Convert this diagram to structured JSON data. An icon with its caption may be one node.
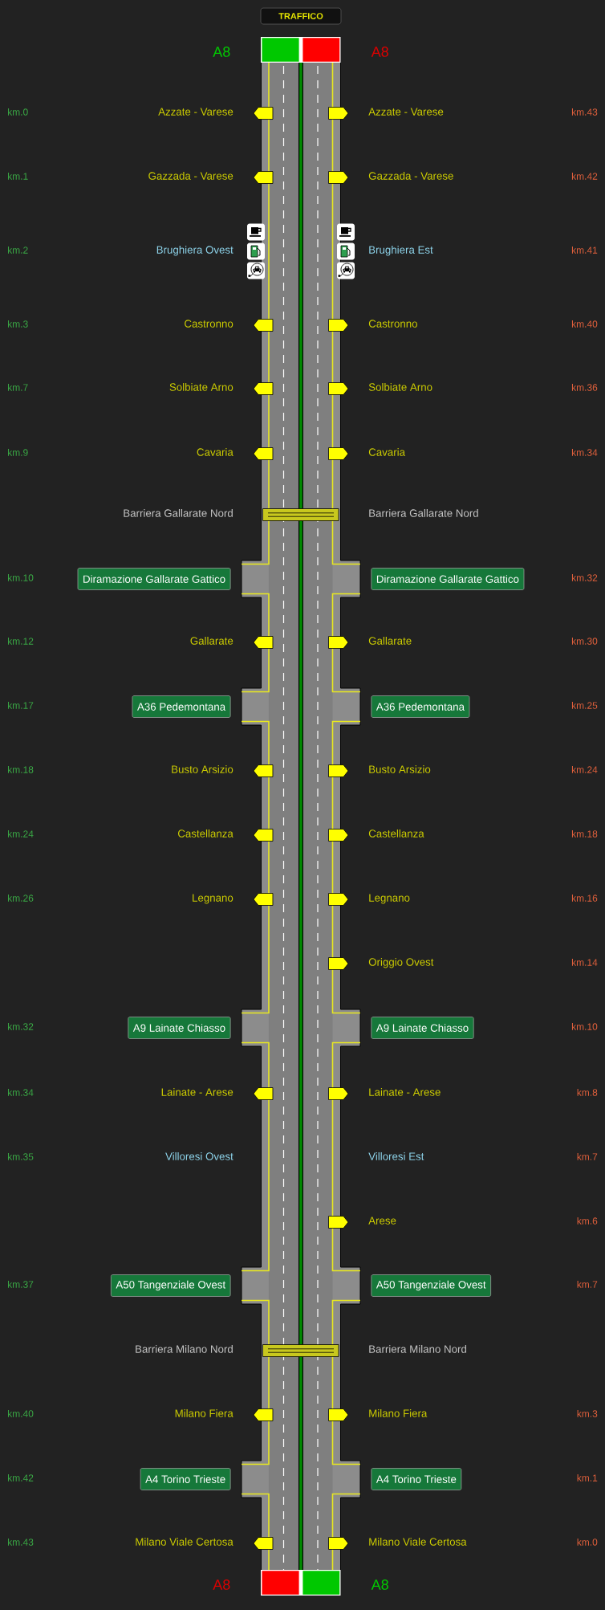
{
  "diagram": {
    "nodes": [
      {
        "text": [
          "TRAFFICO"
        ]
      },
      {
        "text": [
          "Diramazione Gallarate Gattico"
        ]
      },
      {
        "text": [
          "Diramazione Gallarate Gattico"
        ]
      },
      {
        "text": [
          "A36 Pedemontana"
        ]
      },
      {
        "text": [
          "A36 Pedemontana"
        ]
      },
      {
        "text": [
          "A9 Lainate Chiasso"
        ]
      },
      {
        "text": [
          "A9 Lainate Chiasso"
        ]
      },
      {
        "text": [
          "A50 Tangenziale Ovest"
        ]
      },
      {
        "text": [
          "A50 Tangenziale Ovest"
        ]
      },
      {
        "text": [
          "A4 Torino Trieste"
        ]
      },
      {
        "text": [
          "A4 Torino Trieste"
        ]
      }
    ],
    "labels": [
      "A8",
      "A8",
      "km.0",
      "Azzate - Varese",
      "Azzate - Varese",
      "km.43",
      "km.1",
      "Gazzada - Varese",
      "Gazzada - Varese",
      "km.42",
      "km.2",
      "Brughiera Ovest",
      "Brughiera Est",
      "km.41",
      "km.3",
      "Castronno",
      "Castronno",
      "km.40",
      "km.7",
      "Solbiate Arno",
      "Solbiate Arno",
      "km.36",
      "km.9",
      "Cavaria",
      "Cavaria",
      "km.34",
      "Barriera Gallarate Nord",
      "Barriera Gallarate Nord",
      "km.10",
      "km.32",
      "km.12",
      "Gallarate",
      "Gallarate",
      "km.30",
      "km.17",
      "km.25",
      "km.18",
      "Busto Arsizio",
      "Busto Arsizio",
      "km.24",
      "km.24",
      "Castellanza",
      "Castellanza",
      "km.18",
      "km.26",
      "Legnano",
      "Legnano",
      "km.16",
      "Origgio Ovest",
      "km.14",
      "km.32",
      "km.10",
      "km.34",
      "Lainate - Arese",
      "Lainate - Arese",
      "km.8",
      "km.35",
      "Villoresi Ovest",
      "Villoresi Est",
      "km.7",
      "Arese",
      "km.6",
      "km.37",
      "km.7",
      "Barriera Milano Nord",
      "Barriera Milano Nord",
      "km.40",
      "Milano Fiera",
      "Milano Fiera",
      "km.3",
      "km.42",
      "km.1",
      "km.43",
      "Milano Viale Certosa",
      "Milano Viale Certosa",
      "km.0",
      "A8",
      "A8"
    ]
  }
}
